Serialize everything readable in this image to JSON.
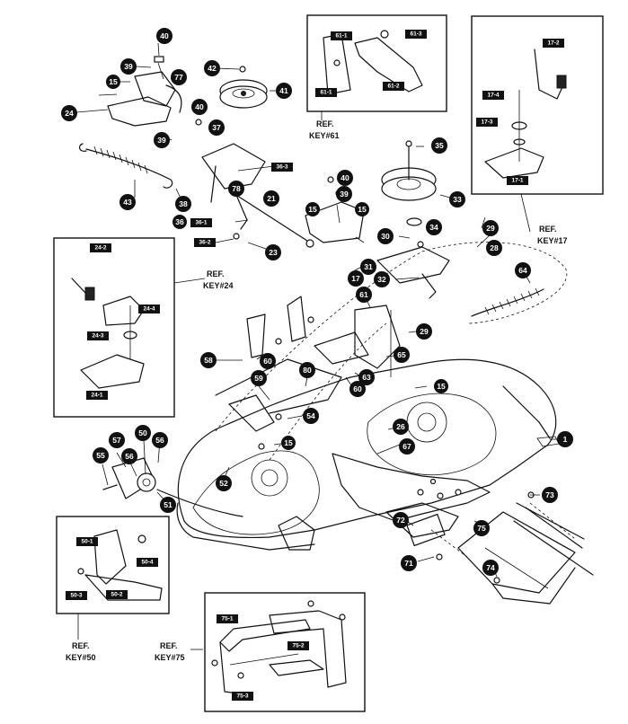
{
  "diagram": {
    "callouts": [
      "40",
      "39",
      "77",
      "42",
      "41",
      "15",
      "24",
      "40",
      "37",
      "39",
      "38",
      "43",
      "78",
      "21",
      "36",
      "23",
      "40",
      "39",
      "15",
      "15",
      "35",
      "33",
      "34",
      "30",
      "31",
      "32",
      "17",
      "29",
      "28",
      "64",
      "61",
      "29",
      "65",
      "63",
      "60",
      "15",
      "26",
      "67",
      "58",
      "60",
      "59",
      "80",
      "54",
      "15",
      "1",
      "57",
      "50",
      "56",
      "55",
      "56",
      "52",
      "51",
      "72",
      "75",
      "73",
      "71",
      "74"
    ],
    "part_tags": [
      "36-3",
      "36-1",
      "36-2"
    ],
    "ref_boxes": [
      {
        "ref": "REF.",
        "key": "KEY#61",
        "tags": [
          "61-1",
          "61-3",
          "61-1",
          "61-2"
        ]
      },
      {
        "ref": "REF.",
        "key": "KEY#17",
        "tags": [
          "17-2",
          "17-4",
          "17-3",
          "17-1"
        ]
      },
      {
        "ref": "REF.",
        "key": "KEY#24",
        "tags": [
          "24-2",
          "24-4",
          "24-3",
          "24-1"
        ]
      },
      {
        "ref": "REF.",
        "key": "KEY#50",
        "tags": [
          "50-1",
          "50-4",
          "50-3",
          "50-2"
        ]
      },
      {
        "ref": "REF.",
        "key": "KEY#75",
        "tags": [
          "75-1",
          "75-2",
          "75-3"
        ]
      }
    ]
  }
}
